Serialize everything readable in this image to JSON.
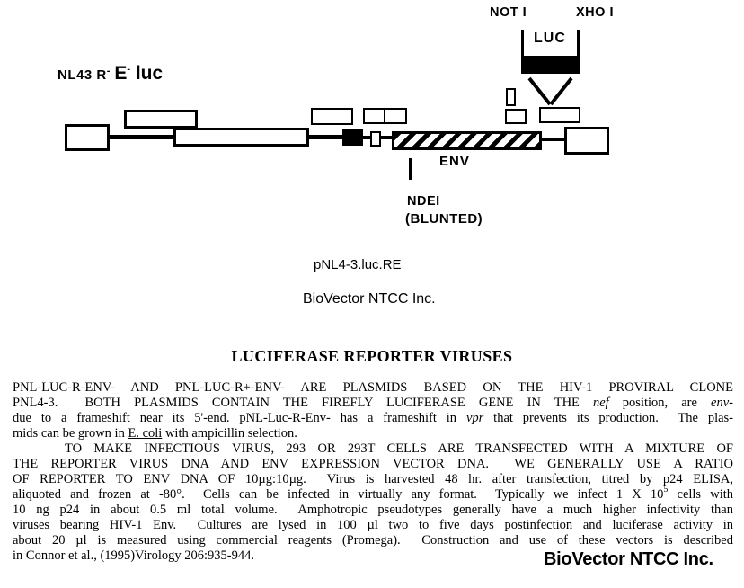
{
  "page": {
    "background": "#ffffff",
    "ink": "#000000"
  },
  "diagram": {
    "construct_label": {
      "part1": "NL43 R",
      "part1_sup": "-",
      "part2": "E",
      "part2_sup": "-",
      "part3": " luc"
    },
    "labels": {
      "not1": "NOT I",
      "xho1": "XHO I",
      "luc": "LUC",
      "env": "ENV",
      "nde1": "NDEI",
      "blunted": "(BLUNTED)"
    },
    "caption_plasmid": "pNL4-3.luc.RE",
    "caption_company": "BioVector NTCC Inc."
  },
  "document": {
    "heading": "LUCIFERASE REPORTER VIRUSES",
    "lines": [
      {
        "justify": true,
        "indent": false,
        "segments": [
          {
            "text": "PNL-LUC-R-ENV- AND PNL-LUC-R+-ENV- ARE PLASMIDS BASED ON THE HIV-1 PROVIRAL CLONE",
            "style": "normal"
          }
        ]
      },
      {
        "justify": true,
        "indent": false,
        "segments": [
          {
            "text": "PNL4-3.  BOTH PLASMIDS CONTAIN THE FIREFLY LUCIFERASE GENE IN THE ",
            "style": "normal"
          },
          {
            "text": "nef",
            "style": "italic"
          },
          {
            "text": " position, are ",
            "style": "normal"
          },
          {
            "text": "env",
            "style": "italic"
          },
          {
            "text": "-",
            "style": "normal"
          }
        ]
      },
      {
        "justify": true,
        "indent": false,
        "segments": [
          {
            "text": "due to a frameshift near its 5'-end. pNL-Luc-R-Env- has a frameshift in ",
            "style": "normal"
          },
          {
            "text": "vpr",
            "style": "italic"
          },
          {
            "text": " that prevents its production.  The plas-",
            "style": "normal"
          }
        ]
      },
      {
        "justify": false,
        "indent": false,
        "segments": [
          {
            "text": "mids can be grown in ",
            "style": "normal"
          },
          {
            "text": "E. coli",
            "style": "underline"
          },
          {
            "text": " with ampicillin selection.",
            "style": "normal"
          }
        ]
      },
      {
        "justify": true,
        "indent": true,
        "segments": [
          {
            "text": "TO MAKE INFECTIOUS VIRUS, 293 OR 293T CELLS ARE TRANSFECTED WITH A MIXTURE OF",
            "style": "normal"
          }
        ]
      },
      {
        "justify": true,
        "indent": false,
        "segments": [
          {
            "text": "THE REPORTER VIRUS DNA AND ENV EXPRESSION VECTOR DNA.  WE GENERALLY USE A RATIO",
            "style": "normal"
          }
        ]
      },
      {
        "justify": true,
        "indent": false,
        "segments": [
          {
            "text": "OF REPORTER TO ENV DNA OF 10µg:10µg.  Virus is harvested 48 hr. after transfection, titred by p24 ELISA,",
            "style": "normal"
          }
        ]
      },
      {
        "justify": true,
        "indent": false,
        "segments": [
          {
            "text": "aliquoted and frozen at -80°.  Cells can be infected in virtually any format.  Typically we infect 1 X 10",
            "style": "normal"
          },
          {
            "text": "5",
            "style": "sup"
          },
          {
            "text": " cells with",
            "style": "normal"
          }
        ]
      },
      {
        "justify": true,
        "indent": false,
        "segments": [
          {
            "text": "10 ng p24 in about 0.5 ml total volume.  Amphotropic pseudotypes generally have a much higher infectivity than",
            "style": "normal"
          }
        ]
      },
      {
        "justify": true,
        "indent": false,
        "segments": [
          {
            "text": "viruses bearing HIV-1 Env.  Cultures are lysed in 100 µl two to five days postinfection and luciferase activity in",
            "style": "normal"
          }
        ]
      },
      {
        "justify": true,
        "indent": false,
        "segments": [
          {
            "text": "about 20 µl is measured using commercial reagents (Promega).  Construction and use of these vectors is described",
            "style": "normal"
          }
        ]
      },
      {
        "justify": false,
        "indent": false,
        "segments": [
          {
            "text": "in Connor et al., (1995)Virology 206:935-944.",
            "style": "normal"
          }
        ]
      }
    ]
  },
  "watermark": "BioVector NTCC Inc."
}
